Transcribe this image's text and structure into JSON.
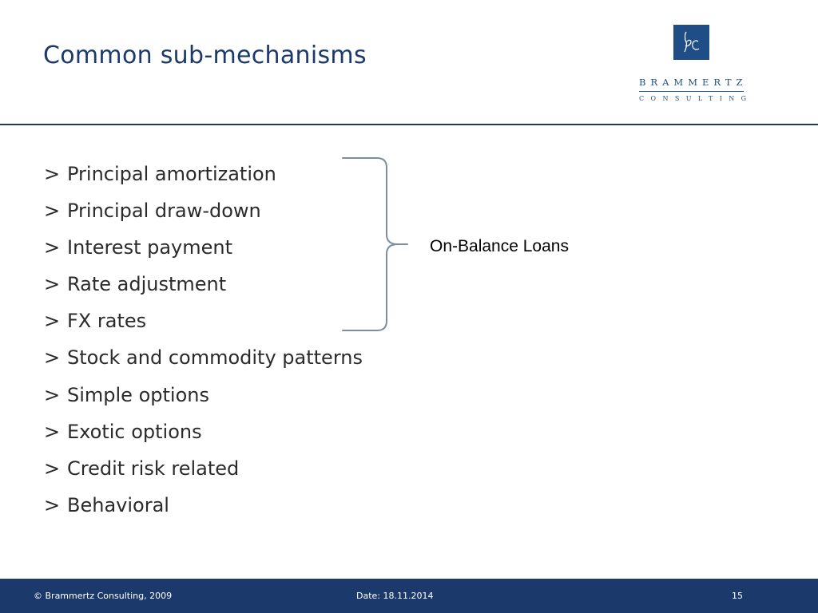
{
  "slide": {
    "title": "Common sub-mechanisms"
  },
  "logo": {
    "name": "BRAMMERTZ",
    "subtitle": "CONSULTING",
    "mark_icon": "bc-monogram-icon",
    "color": "#1f4e86"
  },
  "bullets": [
    {
      "marker": ">",
      "text": "Principal amortization"
    },
    {
      "marker": ">",
      "text": "Principal draw-down"
    },
    {
      "marker": ">",
      "text": "Interest payment"
    },
    {
      "marker": ">",
      "text": "Rate adjustment"
    },
    {
      "marker": ">",
      "text": "FX rates"
    },
    {
      "marker": ">",
      "text": "Stock and commodity patterns"
    },
    {
      "marker": ">",
      "text": "Simple options"
    },
    {
      "marker": ">",
      "text": "Exotic options"
    },
    {
      "marker": ">",
      "text": "Credit risk related"
    },
    {
      "marker": ">",
      "text": "Behavioral"
    }
  ],
  "brace": {
    "label": "On-Balance Loans",
    "icon": "right-curly-brace-icon"
  },
  "footer": {
    "copyright": "© Brammertz Consulting, 2009",
    "date": "Date: 18.11.2014",
    "page_number": "15"
  },
  "colors": {
    "title": "#1b3a6b",
    "rule": "#1b3a6b",
    "footer_background": "#1b3a6b",
    "footer_text": "#ffffff",
    "body_text": "#2b2b2b",
    "brace": "#7d8d9e"
  }
}
